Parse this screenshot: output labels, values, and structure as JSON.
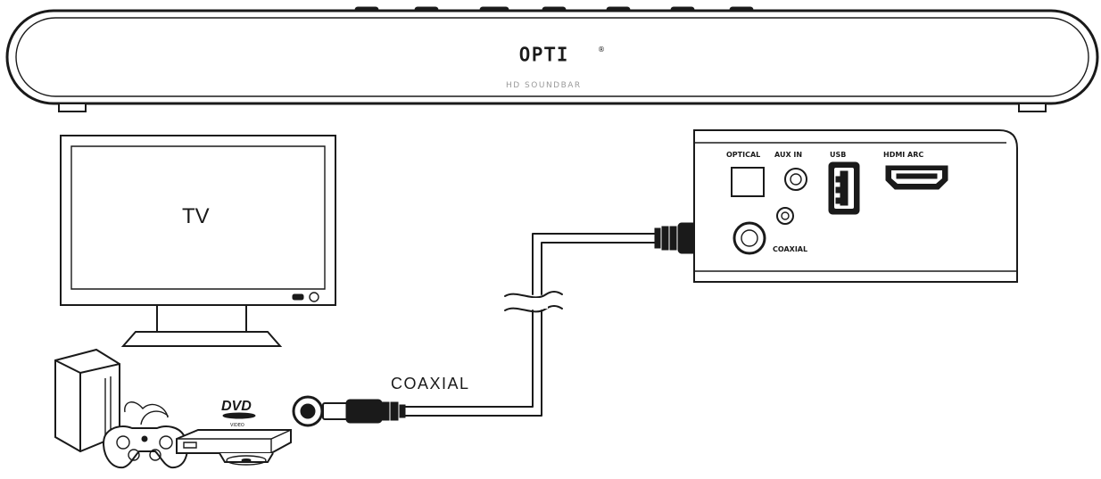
{
  "soundbar": {
    "brand": "OPTI",
    "brand_mark": "®",
    "model_text": "HD SOUNDBAR"
  },
  "tv": {
    "label": "TV"
  },
  "panel": {
    "optical_label": "OPTICAL",
    "aux_label": "AUX IN",
    "usb_label": "USB",
    "hdmi_label": "HDMI ARC",
    "coaxial_label": "COAXIAL"
  },
  "source": {
    "dvd_logo": "DVD",
    "dvd_sub": "VIDEO"
  },
  "cable": {
    "label": "COAXIAL"
  },
  "colors": {
    "line": "#1a1a1a",
    "background": "#ffffff"
  }
}
